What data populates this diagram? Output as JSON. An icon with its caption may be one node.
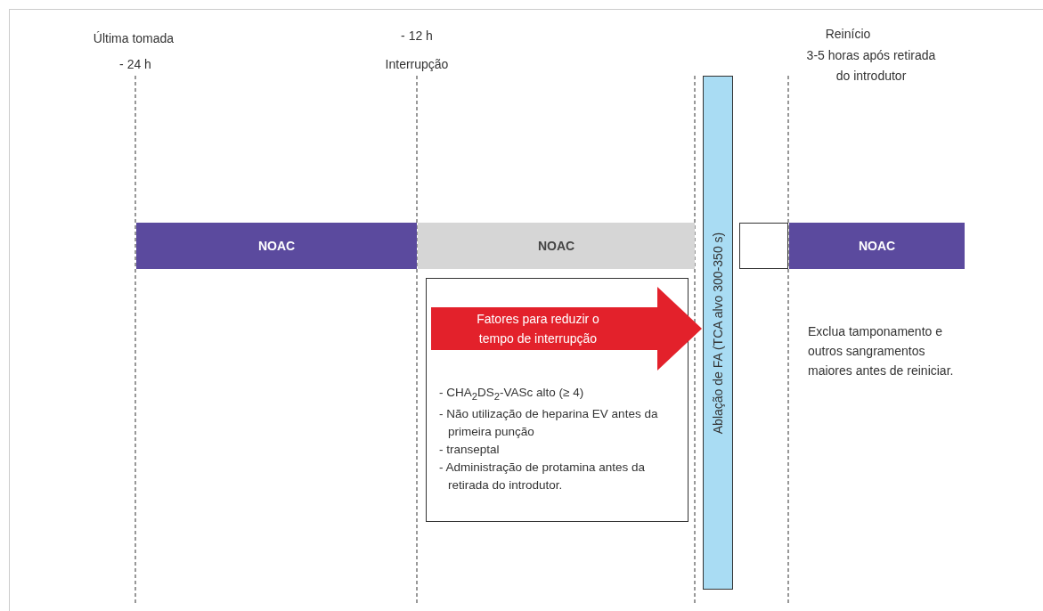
{
  "diagram": {
    "nodes": [
      {
        "text": [
          "NOAC"
        ]
      },
      {
        "text": [
          "NOAC"
        ]
      },
      {
        "text": [],
        "shape": "box"
      },
      {
        "text": [
          "NOAC"
        ]
      },
      {
        "text": [
          "Ablação de FA (TCA alvo 300-350 s)"
        ]
      },
      {
        "text": [
          "- CHA$_{2}$DS$_{2}$-VASc alto (≥ 4)",
          "- Não utilização de heparina EV antes da primeira punção",
          "- transeptal",
          "- Administração de protamina antes da retirada do introdutor."
        ]
      }
    ],
    "edges": [
      {
        "from": 5,
        "to": 4,
        "arrow": "to",
        "label": "Fatores para reduzir o tempo de interrupção",
        "color": "#e3212b"
      }
    ],
    "labels": [
      "Última tomada",
      "- 24 h",
      "- 12 h",
      "Interrupção",
      "Reinício",
      "3-5 horas após retirada do introdutor",
      "Exclua tamponamento e outros sangramentos maiores antes de reiniciar."
    ]
  }
}
